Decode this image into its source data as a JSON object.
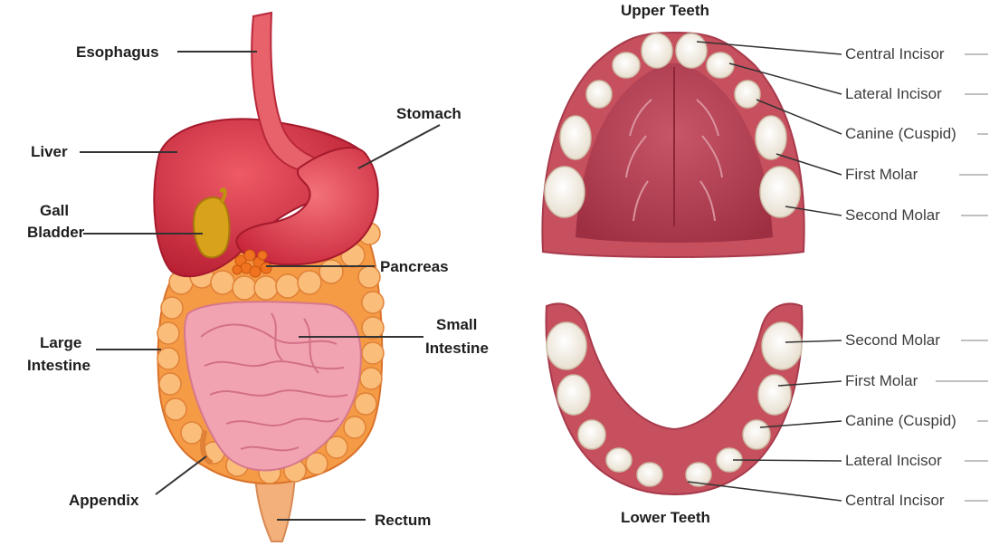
{
  "digestive": {
    "labels": {
      "esophagus": "Esophagus",
      "stomach": "Stomach",
      "liver": "Liver",
      "gall_bladder_1": "Gall",
      "gall_bladder_2": "Bladder",
      "pancreas": "Pancreas",
      "large_intestine_1": "Large",
      "large_intestine_2": "Intestine",
      "small_intestine_1": "Small",
      "small_intestine_2": "Intestine",
      "appendix": "Appendix",
      "rectum": "Rectum"
    }
  },
  "teeth": {
    "upper_title": "Upper Teeth",
    "lower_title": "Lower Teeth",
    "upper_labels": [
      "Central Incisor",
      "Lateral Incisor",
      "Canine (Cuspid)",
      "First Molar",
      "Second Molar"
    ],
    "lower_labels": [
      "Second Molar",
      "First Molar",
      "Canine (Cuspid)",
      "Lateral Incisor",
      "Central Incisor"
    ]
  },
  "colors": {
    "liver": "#d63344",
    "stomach": "#e24a55",
    "gallbladder": "#d8a21a",
    "pancreas": "#f0731f",
    "large_intestine": "#f59a45",
    "small_intestine": "#f2a3b2",
    "gum": "#c7505e",
    "palate": "#b23f4f",
    "tooth": "#f6f1e6"
  }
}
